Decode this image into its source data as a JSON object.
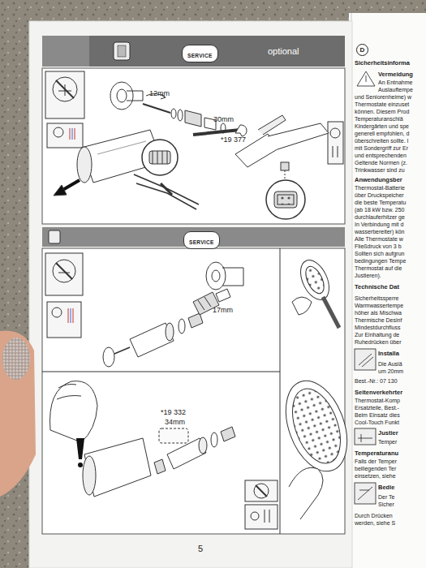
{
  "diagram": {
    "nodes": [
      {
        "text": [
          "optional"
        ]
      },
      {
        "text": [
          "SERVICE"
        ],
        "in": 0
      },
      {
        "text": [
          "SERVICE"
        ]
      }
    ],
    "labels": [
      "12mm",
      "30mm",
      "*19 377",
      "17mm",
      "*19 332",
      "34mm",
      "5",
      "D",
      "Sicherheitsinforma",
      "Vermeidung",
      "An Entnahme",
      "Auslauftempe",
      "und Seniorenheime) w",
      "Thermostate einzuset",
      "können. Diesem Prod",
      "Temperaturanschlä",
      "Kindergärten und spe",
      "generell empfohlen, d",
      "überschreiten sollte. I",
      "mit Sondergriff zur Er",
      "und entsprechenden",
      "Geltende Normen (z.",
      "Trinkwasser sind zu",
      "Anwendungsber",
      "Thermostat-Batterie",
      "über Druckspeicher",
      "die beste Temperatu",
      "(ab 18 kW bzw. 250",
      "durchlauferhitzer ge",
      "In Verbindung mit d",
      "wasserbereiter) kön",
      "Alle Thermostate w",
      "Fließdruck von 3 b",
      "Sollten sich aufgrun",
      "bedingungen Tempe",
      "Thermostat auf die",
      "Justieren).",
      "Technische Dat",
      "Sicherheitssperre",
      "Warmwassertempe",
      "höher als Mischwa",
      "Thermische Desinf",
      "Mindestdurchfluss",
      "Zur Einhaltung de",
      "Ruhedrücken über",
      "Installa",
      "Die Auslä",
      "um 20mm",
      "Best.-Nr.: 07 130",
      "Seitenverkehrter",
      "Thermostat-Komp",
      "Ersatzteile, Best.-",
      "Beim Einsatz dies",
      "Cool-Touch Funkt",
      "Justier",
      "Temper",
      "Temperaturanu",
      "Falls der Temper",
      "beiliegenden Ter",
      "einsetzen, siehe",
      "Bedie",
      "Der Te",
      "Sicher",
      "Durch Drücken",
      "werden, siehe S"
    ]
  }
}
